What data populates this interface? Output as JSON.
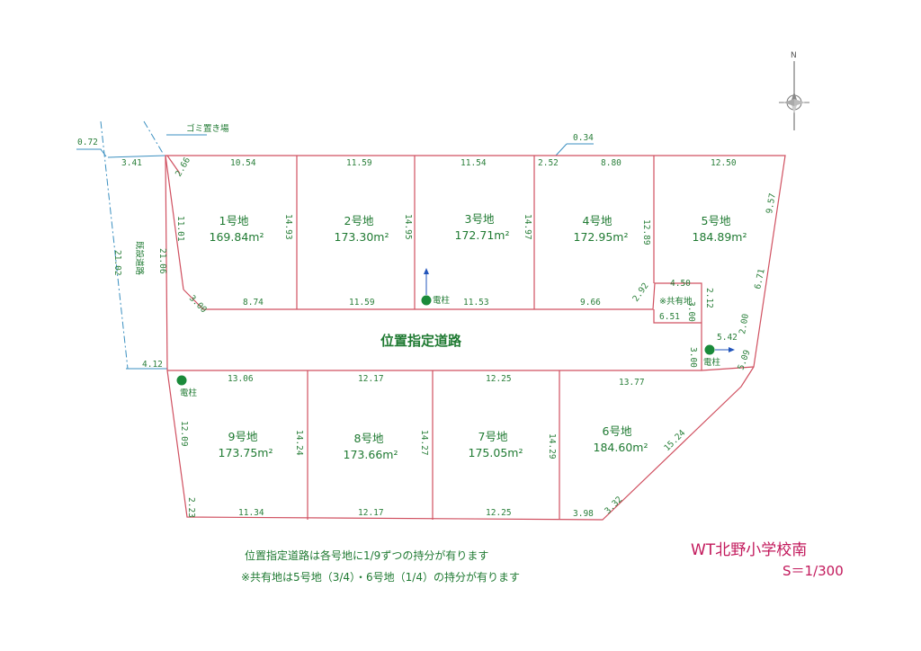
{
  "lots": [
    {
      "name": "1号地",
      "area": "169.84m²"
    },
    {
      "name": "2号地",
      "area": "173.30m²"
    },
    {
      "name": "3号地",
      "area": "172.71m²"
    },
    {
      "name": "4号地",
      "area": "172.95m²"
    },
    {
      "name": "5号地",
      "area": "184.89m²"
    },
    {
      "name": "6号地",
      "area": "184.60m²"
    },
    {
      "name": "7号地",
      "area": "175.05m²"
    },
    {
      "name": "8号地",
      "area": "173.66m²"
    },
    {
      "name": "9号地",
      "area": "173.75m²"
    }
  ],
  "labels": {
    "road": "位置指定道路",
    "garbage": "ゴミ置き場",
    "existing_road": "既設道路",
    "pole": "電柱",
    "common_land": "※共有地",
    "north": "N"
  },
  "dims": {
    "d072": "0.72",
    "d341": "3.41",
    "d266": "2.66",
    "d1054": "10.54",
    "d1159a": "11.59",
    "d1154": "11.54",
    "d252": "2.52",
    "d880": "8.80",
    "d1250": "12.50",
    "d034": "0.34",
    "d1101": "11.01",
    "d1493": "14.93",
    "d1495": "14.95",
    "d1497": "14.97",
    "d1289": "12.89",
    "d957": "9.57",
    "d2102": "21.02",
    "d2106": "21.06",
    "d300a": "3.00",
    "d874": "8.74",
    "d1159b": "11.59",
    "d1153": "11.53",
    "d966": "9.66",
    "d292": "2.92",
    "d450": "4.50",
    "d212": "2.12",
    "d671": "6.71",
    "d651": "6.51",
    "d300b": "3.00",
    "d200": "2.00",
    "d542": "5.42",
    "d300c": "3.00",
    "d509": "5.09",
    "d412": "4.12",
    "d1306": "13.06",
    "d1217a": "12.17",
    "d1225a": "12.25",
    "d1377": "13.77",
    "d1209": "12.09",
    "d1424": "14.24",
    "d1427": "14.27",
    "d1429": "14.29",
    "d1524": "15.24",
    "d223": "2.23",
    "d1134": "11.34",
    "d1217b": "12.17",
    "d1225b": "12.25",
    "d398": "3.98",
    "d332": "3.32"
  },
  "notes": {
    "line1": "位置指定道路は各号地に1/9ずつの持分が有ります",
    "line2": "※共有地は5号地（3/4）・6号地（1/4）の持分が有ります"
  },
  "title": "WT北野小学校南",
  "scale": "S＝1/300",
  "colors": {
    "boundary": "#d05060",
    "text": "#1f7a32",
    "title": "#c2185b",
    "pole": "#1a8a3a",
    "arrow": "#2255bb",
    "aux": "#3a8fc0"
  }
}
